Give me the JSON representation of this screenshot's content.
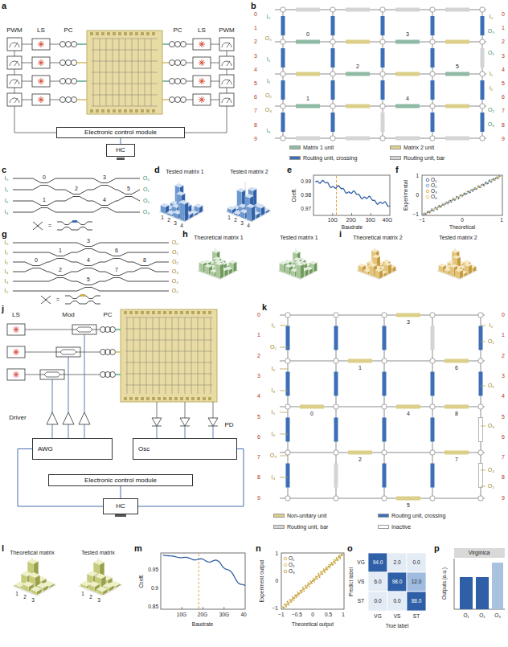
{
  "diagram": {
    "nodes": [
      {
        "text": [
          "Electronic control module"
        ]
      },
      {
        "text": [
          "HC"
        ]
      },
      {
        "text": [
          "AWG"
        ]
      },
      {
        "text": [
          "Osc"
        ]
      },
      {
        "text": [
          "Electronic control module"
        ]
      },
      {
        "text": [
          "HC"
        ]
      }
    ],
    "edges": [
      {
        "from": 1,
        "to": 0,
        "arrow": "none"
      },
      {
        "from": 2,
        "to": 5,
        "arrow": "none"
      },
      {
        "from": 3,
        "to": 5,
        "arrow": "none"
      },
      {
        "from": 5,
        "to": 4,
        "arrow": "none"
      }
    ],
    "labels": [
      "a",
      "PWM",
      "LS",
      "PC",
      "PC",
      "LS",
      "PWM",
      "b",
      "0",
      "1",
      "2",
      "3",
      "4",
      "5",
      "6",
      "7",
      "8",
      "9",
      "I₀",
      "O₀",
      "I₁",
      "I₂",
      "O₂",
      "O₃",
      "I₃",
      "0",
      "1",
      "2",
      "3",
      "4",
      "5",
      "6",
      "7",
      "8",
      "9",
      "I₀",
      "O₀",
      "O₁",
      "I₁",
      "I₂",
      "O₂",
      "O₃",
      "0",
      "1",
      "2",
      "3",
      "4",
      "5",
      "c",
      "I₀",
      "I₁",
      "I₂",
      "I₃",
      "O₀",
      "O₁",
      "O₂",
      "O₃",
      "0",
      "1",
      "2",
      "3",
      "4",
      "5",
      "=",
      "d",
      "Tested matrix 1",
      "Tested matrix 2",
      "1",
      "2",
      "3",
      "4",
      "1",
      "2",
      "3",
      "4",
      "e",
      "0.99",
      "0.98",
      "0.97",
      "Coeff.",
      "10G",
      "20G",
      "30G",
      "40G",
      "Baudrate",
      "f",
      "O₁",
      "O₂",
      "O₃",
      "O₄",
      "1",
      "0",
      "−1",
      "−1",
      "0",
      "1",
      "Experimental",
      "Theoretical",
      "g",
      "I₀",
      "I₁",
      "I₂",
      "I₃",
      "I₄",
      "I₅",
      "O₀",
      "O₁",
      "O₂",
      "O₃",
      "O₄",
      "O₅",
      "0",
      "1",
      "2",
      "3",
      "4",
      "5",
      "6",
      "7",
      "8",
      "=",
      "h",
      "Theoretical matrix 1",
      "Tested matrix 1",
      "i",
      "Theoretical matrix 2",
      "Tested matrix 2",
      "j",
      "LS",
      "Mod",
      "PC",
      "Driver",
      "PD",
      "k",
      "0",
      "1",
      "2",
      "3",
      "4",
      "5",
      "6",
      "7",
      "8",
      "9",
      "I₁",
      "O₂",
      "I₂",
      "I₃",
      "I₅",
      "I₆",
      "O₃",
      "I₄",
      "0",
      "1",
      "2",
      "3",
      "4",
      "5",
      "6",
      "7",
      "8",
      "9",
      "I₀",
      "O₁",
      "O₂",
      "O₃",
      "O₄",
      "O₅",
      "0",
      "1",
      "2",
      "3",
      "4",
      "5",
      "6",
      "7",
      "8",
      "l",
      "Theoretical matrix",
      "Tested matrix",
      "1",
      "2",
      "3",
      "1",
      "2",
      "3",
      "m",
      "0.95",
      "0.9",
      "0.85",
      "Coeff.",
      "10G",
      "20G",
      "30G",
      "40",
      "Baudrate",
      "n",
      "O₁",
      "O₂",
      "O₃",
      "1",
      "0",
      "−1",
      "−1",
      "−0.5",
      "0",
      "0.5",
      "1",
      "Experiment output",
      "Theoretical output",
      "o",
      "VG",
      "VS",
      "ST",
      "94.0",
      "2.0",
      "0.0",
      "6.0",
      "98.0",
      "12.0",
      "0.0",
      "0.0",
      "88.0",
      "VG",
      "VS",
      "ST",
      "Predict label",
      "True label",
      "p",
      "Virginica",
      "O₁",
      "O₂",
      "O₃",
      "Outputs (a.u.)"
    ],
    "legend": [
      {
        "text": "Matrix 1 unit",
        "color": "#8fbba5"
      },
      {
        "text": "Routing unit, crossing",
        "color": "#3d6fb6"
      },
      {
        "text": "Matrix 2 unit",
        "color": "#dccf8a"
      },
      {
        "text": "Routing unit, bar",
        "color": "#d4d4d4"
      },
      {
        "text": "Non-unitary unit",
        "color": "#dccf8a"
      },
      {
        "text": "Routing unit, crossing",
        "color": "#3d6fb6"
      },
      {
        "text": "Routing unit, bar",
        "color": "#d4d4d4"
      },
      {
        "text": "Inactive",
        "color": "#ffffff"
      }
    ]
  }
}
